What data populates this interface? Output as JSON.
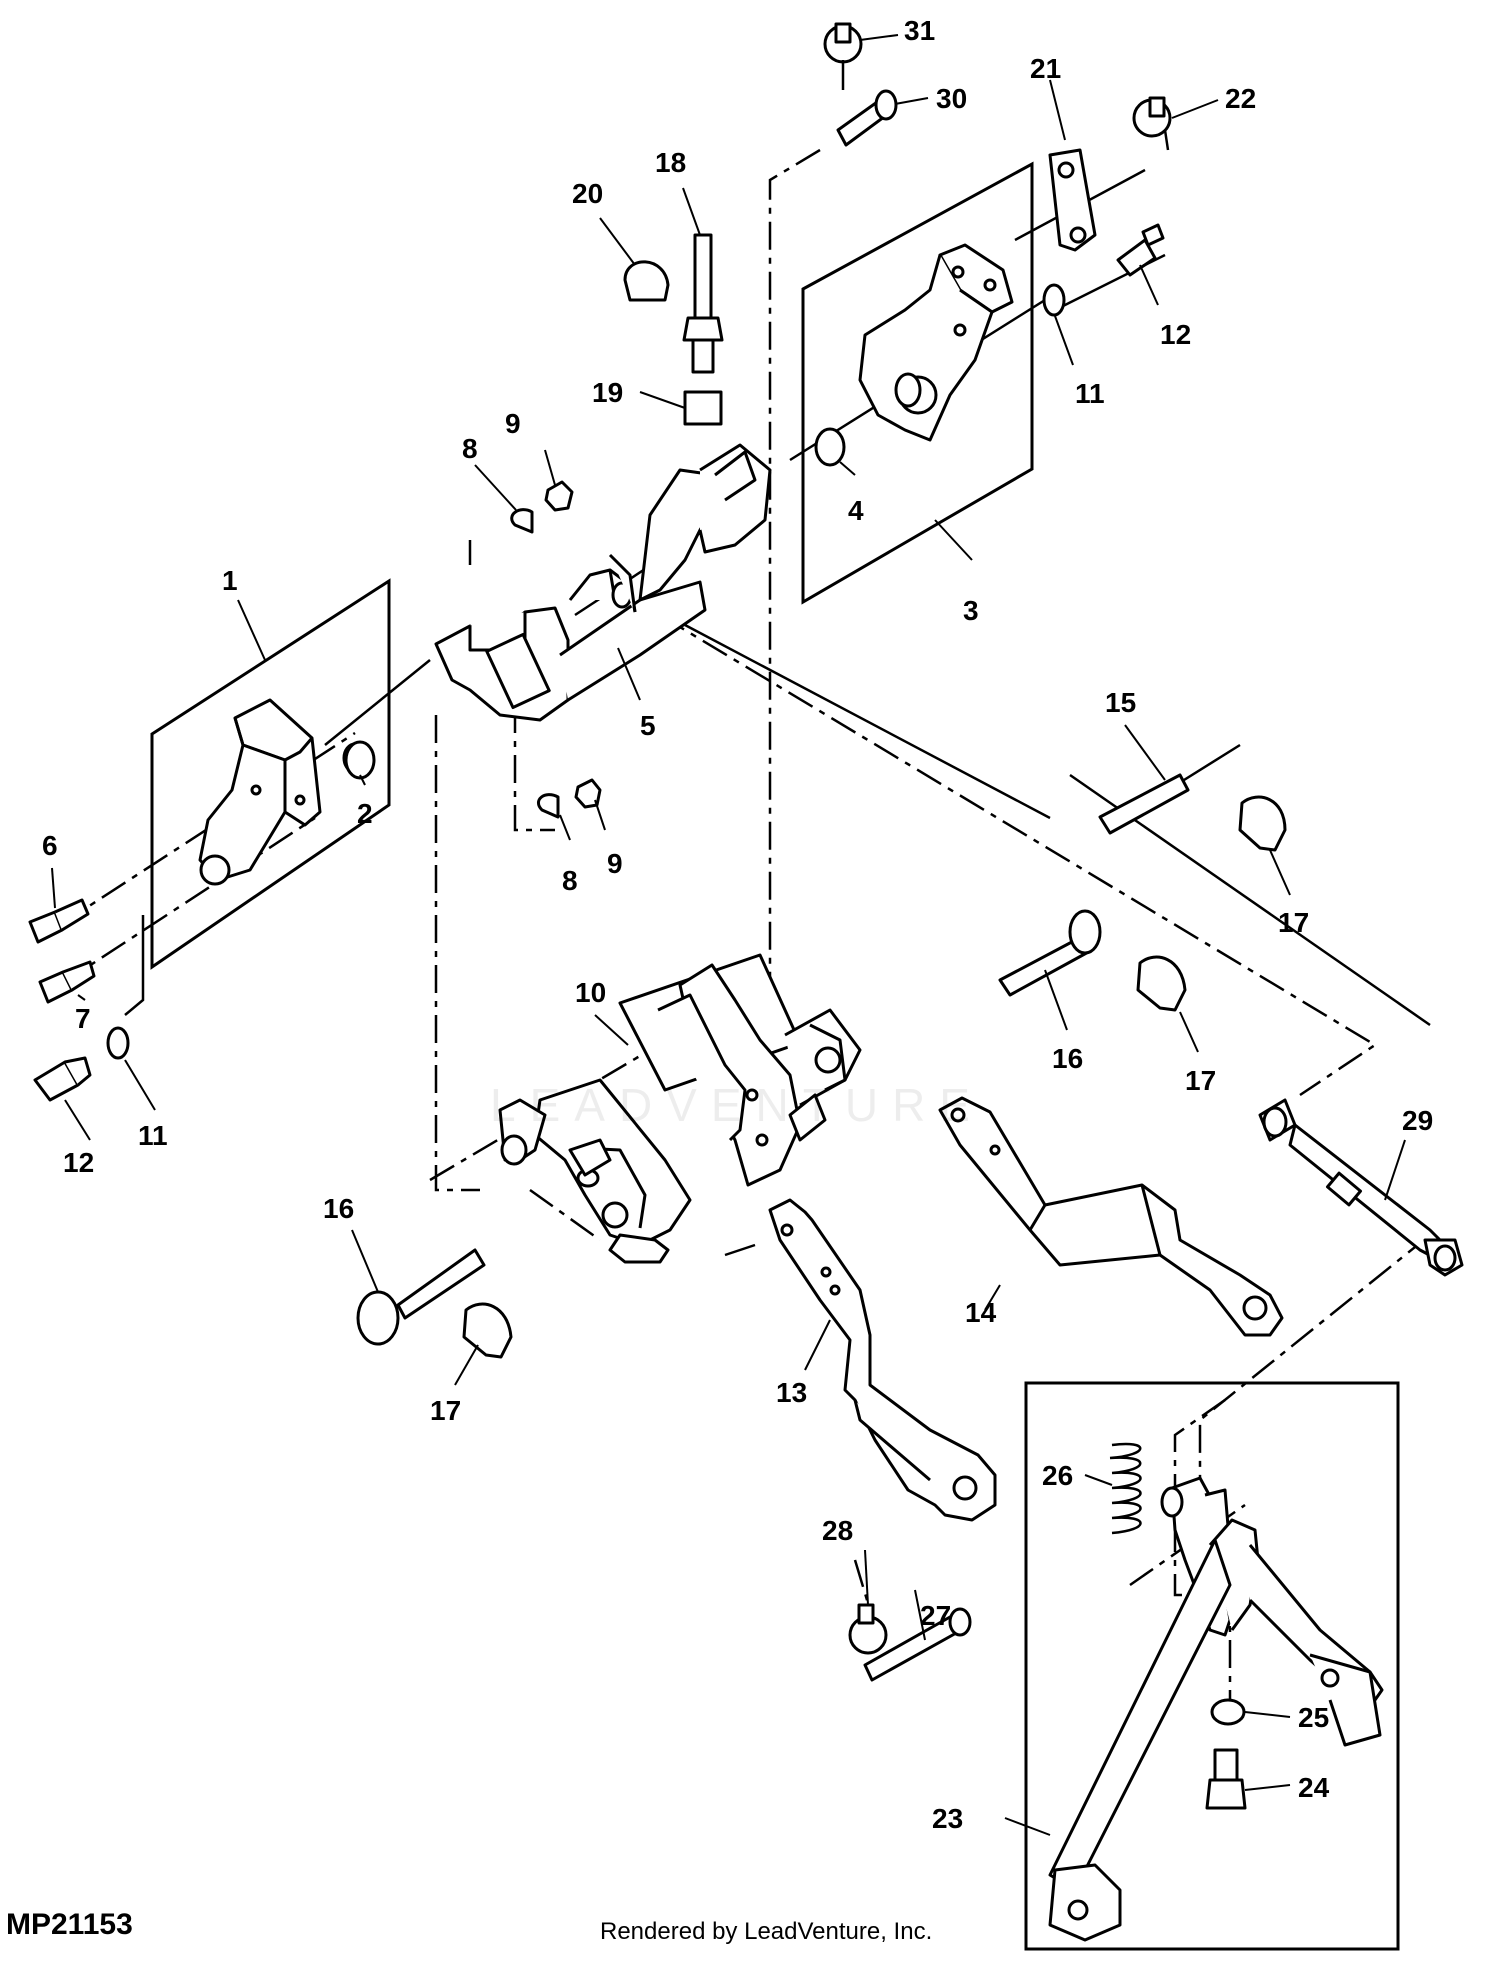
{
  "diagram_id": "MP21153",
  "credit": "Rendered by LeadVenture, Inc.",
  "watermark": "LEADVENTURE",
  "colors": {
    "line": "#000000",
    "background": "#ffffff"
  },
  "callouts": [
    {
      "id": "c31",
      "label": "31"
    },
    {
      "id": "c30",
      "label": "30"
    },
    {
      "id": "c21",
      "label": "21"
    },
    {
      "id": "c22",
      "label": "22"
    },
    {
      "id": "c18",
      "label": "18"
    },
    {
      "id": "c20",
      "label": "20"
    },
    {
      "id": "c12a",
      "label": "12"
    },
    {
      "id": "c11a",
      "label": "11"
    },
    {
      "id": "c19",
      "label": "19"
    },
    {
      "id": "c9a",
      "label": "9"
    },
    {
      "id": "c8a",
      "label": "8"
    },
    {
      "id": "c4",
      "label": "4"
    },
    {
      "id": "c3",
      "label": "3"
    },
    {
      "id": "c1",
      "label": "1"
    },
    {
      "id": "c5",
      "label": "5"
    },
    {
      "id": "c2",
      "label": "2"
    },
    {
      "id": "c15",
      "label": "15"
    },
    {
      "id": "c6",
      "label": "6"
    },
    {
      "id": "c8b",
      "label": "8"
    },
    {
      "id": "c9b",
      "label": "9"
    },
    {
      "id": "c17a",
      "label": "17"
    },
    {
      "id": "c7",
      "label": "7"
    },
    {
      "id": "c10",
      "label": "10"
    },
    {
      "id": "c16a",
      "label": "16"
    },
    {
      "id": "c17b",
      "label": "17"
    },
    {
      "id": "c12b",
      "label": "12"
    },
    {
      "id": "c11b",
      "label": "11"
    },
    {
      "id": "c29",
      "label": "29"
    },
    {
      "id": "c16b",
      "label": "16"
    },
    {
      "id": "c14",
      "label": "14"
    },
    {
      "id": "c17c",
      "label": "17"
    },
    {
      "id": "c13",
      "label": "13"
    },
    {
      "id": "c26",
      "label": "26"
    },
    {
      "id": "c28",
      "label": "28"
    },
    {
      "id": "c27",
      "label": "27"
    },
    {
      "id": "c25",
      "label": "25"
    },
    {
      "id": "c24",
      "label": "24"
    },
    {
      "id": "c23",
      "label": "23"
    }
  ]
}
